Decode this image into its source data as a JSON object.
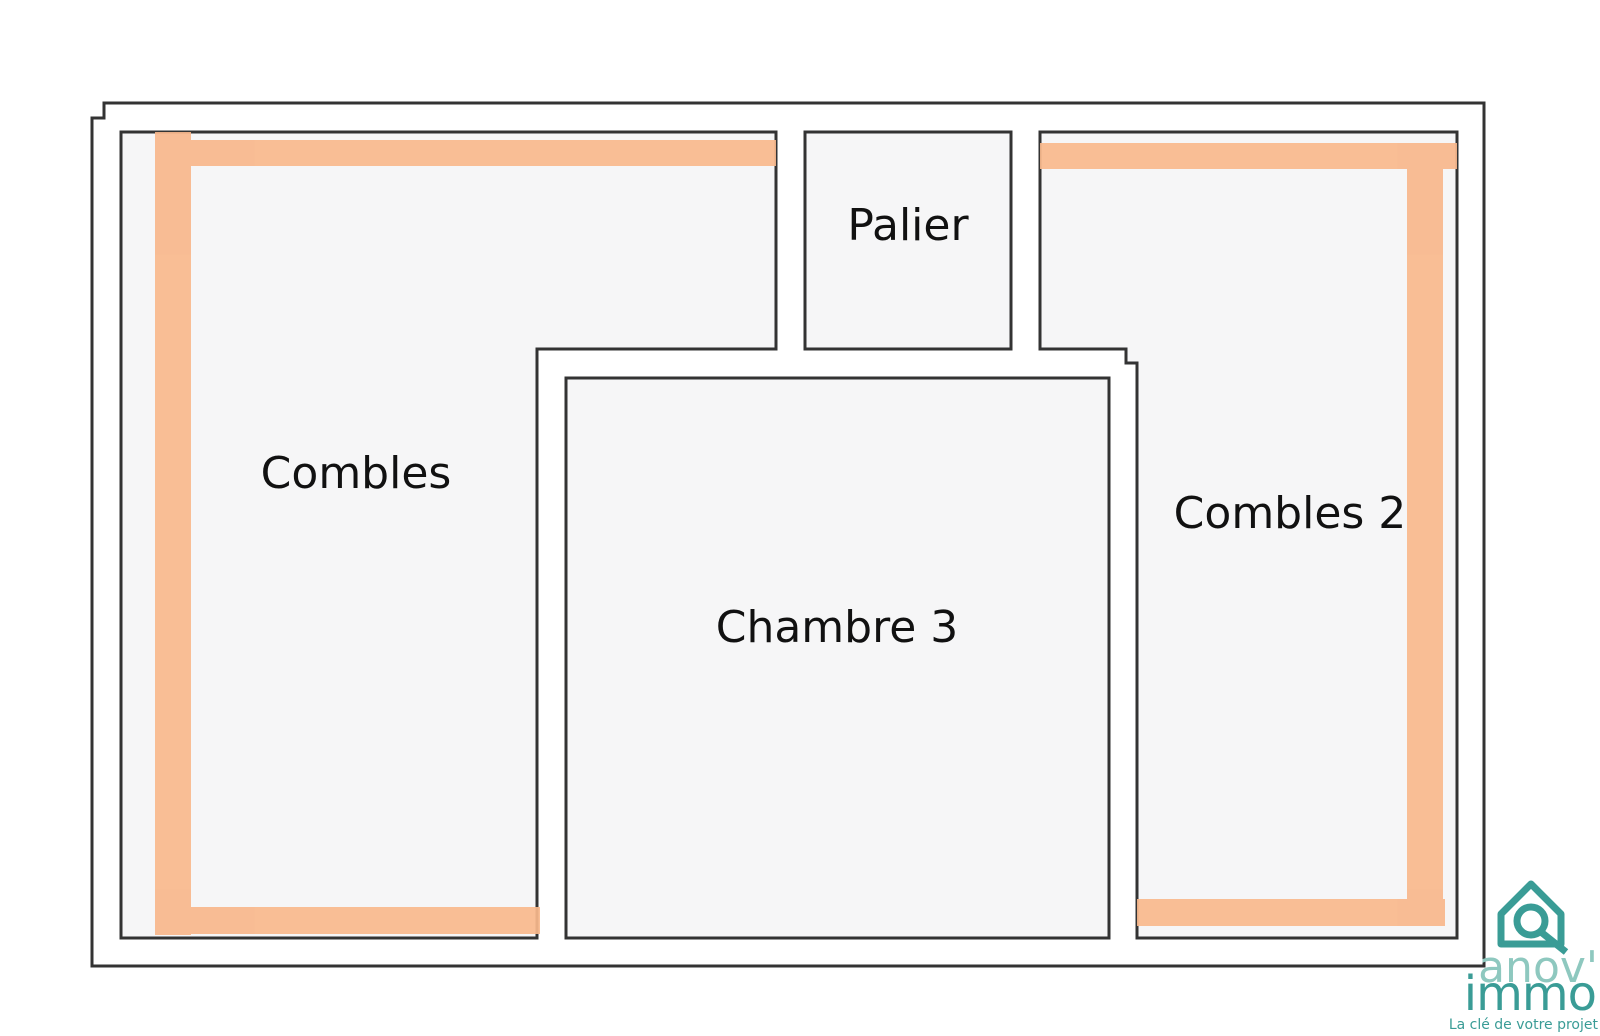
{
  "rooms": {
    "combles": {
      "label": "Combles"
    },
    "palier": {
      "label": "Palier"
    },
    "chambre3": {
      "label": "Chambre 3"
    },
    "combles2": {
      "label": "Combles 2"
    }
  },
  "logo": {
    "name_part1": "anov'",
    "name_part2": "immo",
    "tagline": "La clé de votre projet"
  },
  "colors": {
    "wall": "#333333",
    "room_fill": "#f6f6f7",
    "low_ceiling_band": "#f9b88c",
    "logo_teal": "#3a9c96",
    "logo_light": "#8ec8bf"
  }
}
